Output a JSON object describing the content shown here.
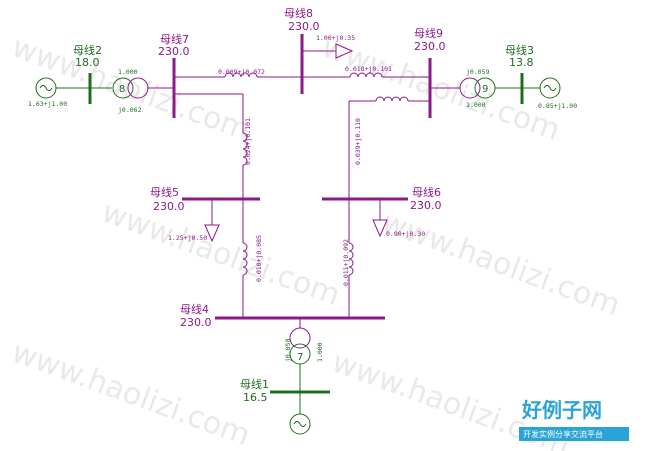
{
  "buses": {
    "bus1": {
      "name": "母线1",
      "voltage": "16.5"
    },
    "bus2": {
      "name": "母线2",
      "voltage": "18.0"
    },
    "bus3": {
      "name": "母线3",
      "voltage": "13.8"
    },
    "bus4": {
      "name": "母线4",
      "voltage": "230.0"
    },
    "bus5": {
      "name": "母线5",
      "voltage": "230.0"
    },
    "bus6": {
      "name": "母线6",
      "voltage": "230.0"
    },
    "bus7": {
      "name": "母线7",
      "voltage": "230.0"
    },
    "bus8": {
      "name": "母线8",
      "voltage": "230.0"
    },
    "bus9": {
      "name": "母线9",
      "voltage": "230.0"
    }
  },
  "generators": {
    "gen1": {
      "output": ""
    },
    "gen2": {
      "output": "1.63+j1.00"
    },
    "gen3": {
      "output": "0.85+j1.00"
    }
  },
  "transformers": {
    "t7": {
      "id": "7",
      "reactance": "j0.058",
      "ratio": "1.000"
    },
    "t8": {
      "id": "8",
      "reactance": "j0.062",
      "ratio": "1.000"
    },
    "t9": {
      "id": "9",
      "reactance": "j0.059",
      "ratio": "1.000"
    }
  },
  "lines": {
    "l7_8": "0.009+j0.072",
    "l8_9": "0.018+j0.101",
    "l7_5": "0.024+j0.101",
    "l9_6": "0.039+j0.110",
    "l5_4": "0.010+j0.085",
    "l6_4": "0.011+j0.092"
  },
  "loads": {
    "load5": "1.25+j0.50",
    "load6": "0.90+j0.30",
    "load8": "1.00+j0.35"
  },
  "watermark": {
    "text": "www.haolizi.com"
  },
  "logo": {
    "title": "好例子网",
    "subtitle": "开发实例分享交流平台"
  },
  "colors": {
    "network": "#8b1a89",
    "generator_side": "#1f6d1f",
    "logo": "#2aa3d6"
  }
}
